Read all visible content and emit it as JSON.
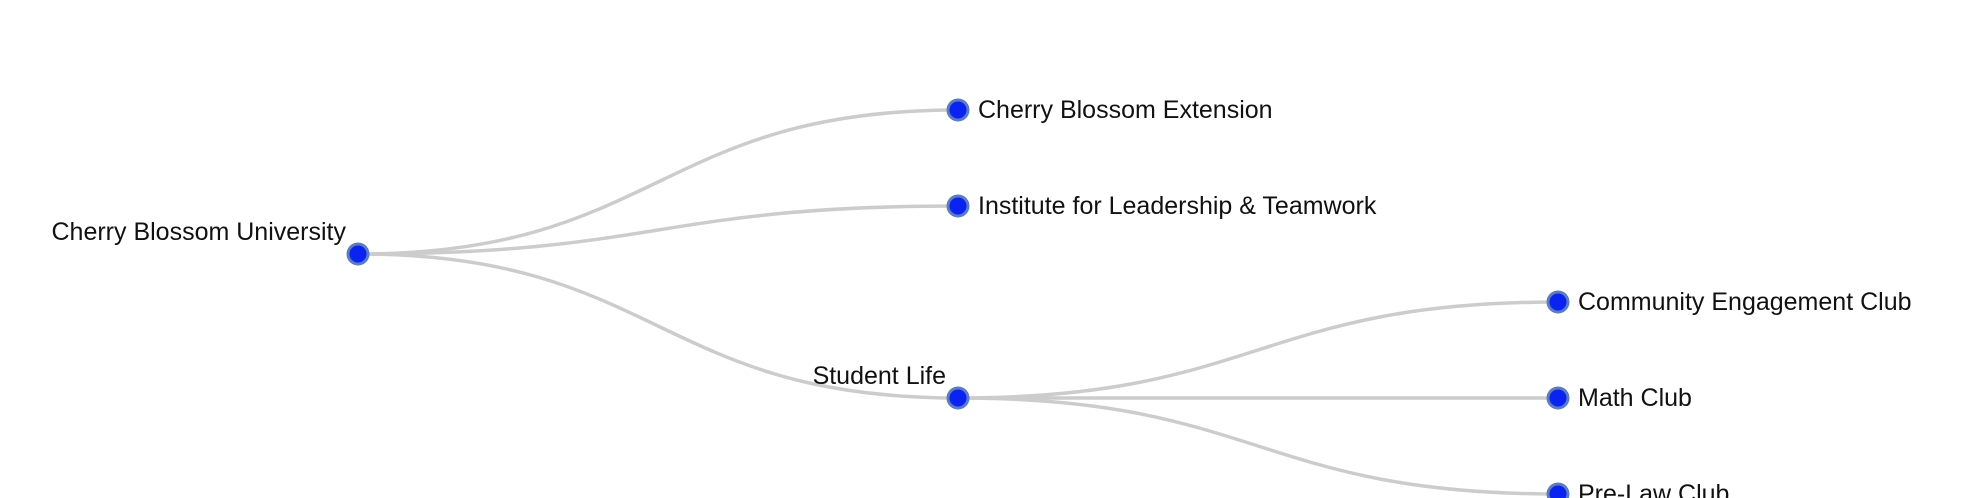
{
  "tree": {
    "nodes": [
      {
        "id": "cherry-blossom-university",
        "label": "Cherry Blossom University",
        "parent": null
      },
      {
        "id": "cherry-blossom-extension",
        "label": "Cherry Blossom Extension",
        "parent": "cherry-blossom-university"
      },
      {
        "id": "institute-leadership-teamwork",
        "label": "Institute for Leadership & Teamwork",
        "parent": "cherry-blossom-university"
      },
      {
        "id": "student-life",
        "label": "Student Life",
        "parent": "cherry-blossom-university"
      },
      {
        "id": "community-engagement-club",
        "label": "Community Engagement Club",
        "parent": "student-life"
      },
      {
        "id": "math-club",
        "label": "Math Club",
        "parent": "student-life"
      },
      {
        "id": "pre-law-club",
        "label": "Pre-Law Club",
        "parent": "student-life"
      }
    ],
    "colors": {
      "node_fill": "#0a23f0",
      "node_stroke": "#5b7bc4",
      "link": "#cccccc",
      "text": "#111111"
    }
  }
}
